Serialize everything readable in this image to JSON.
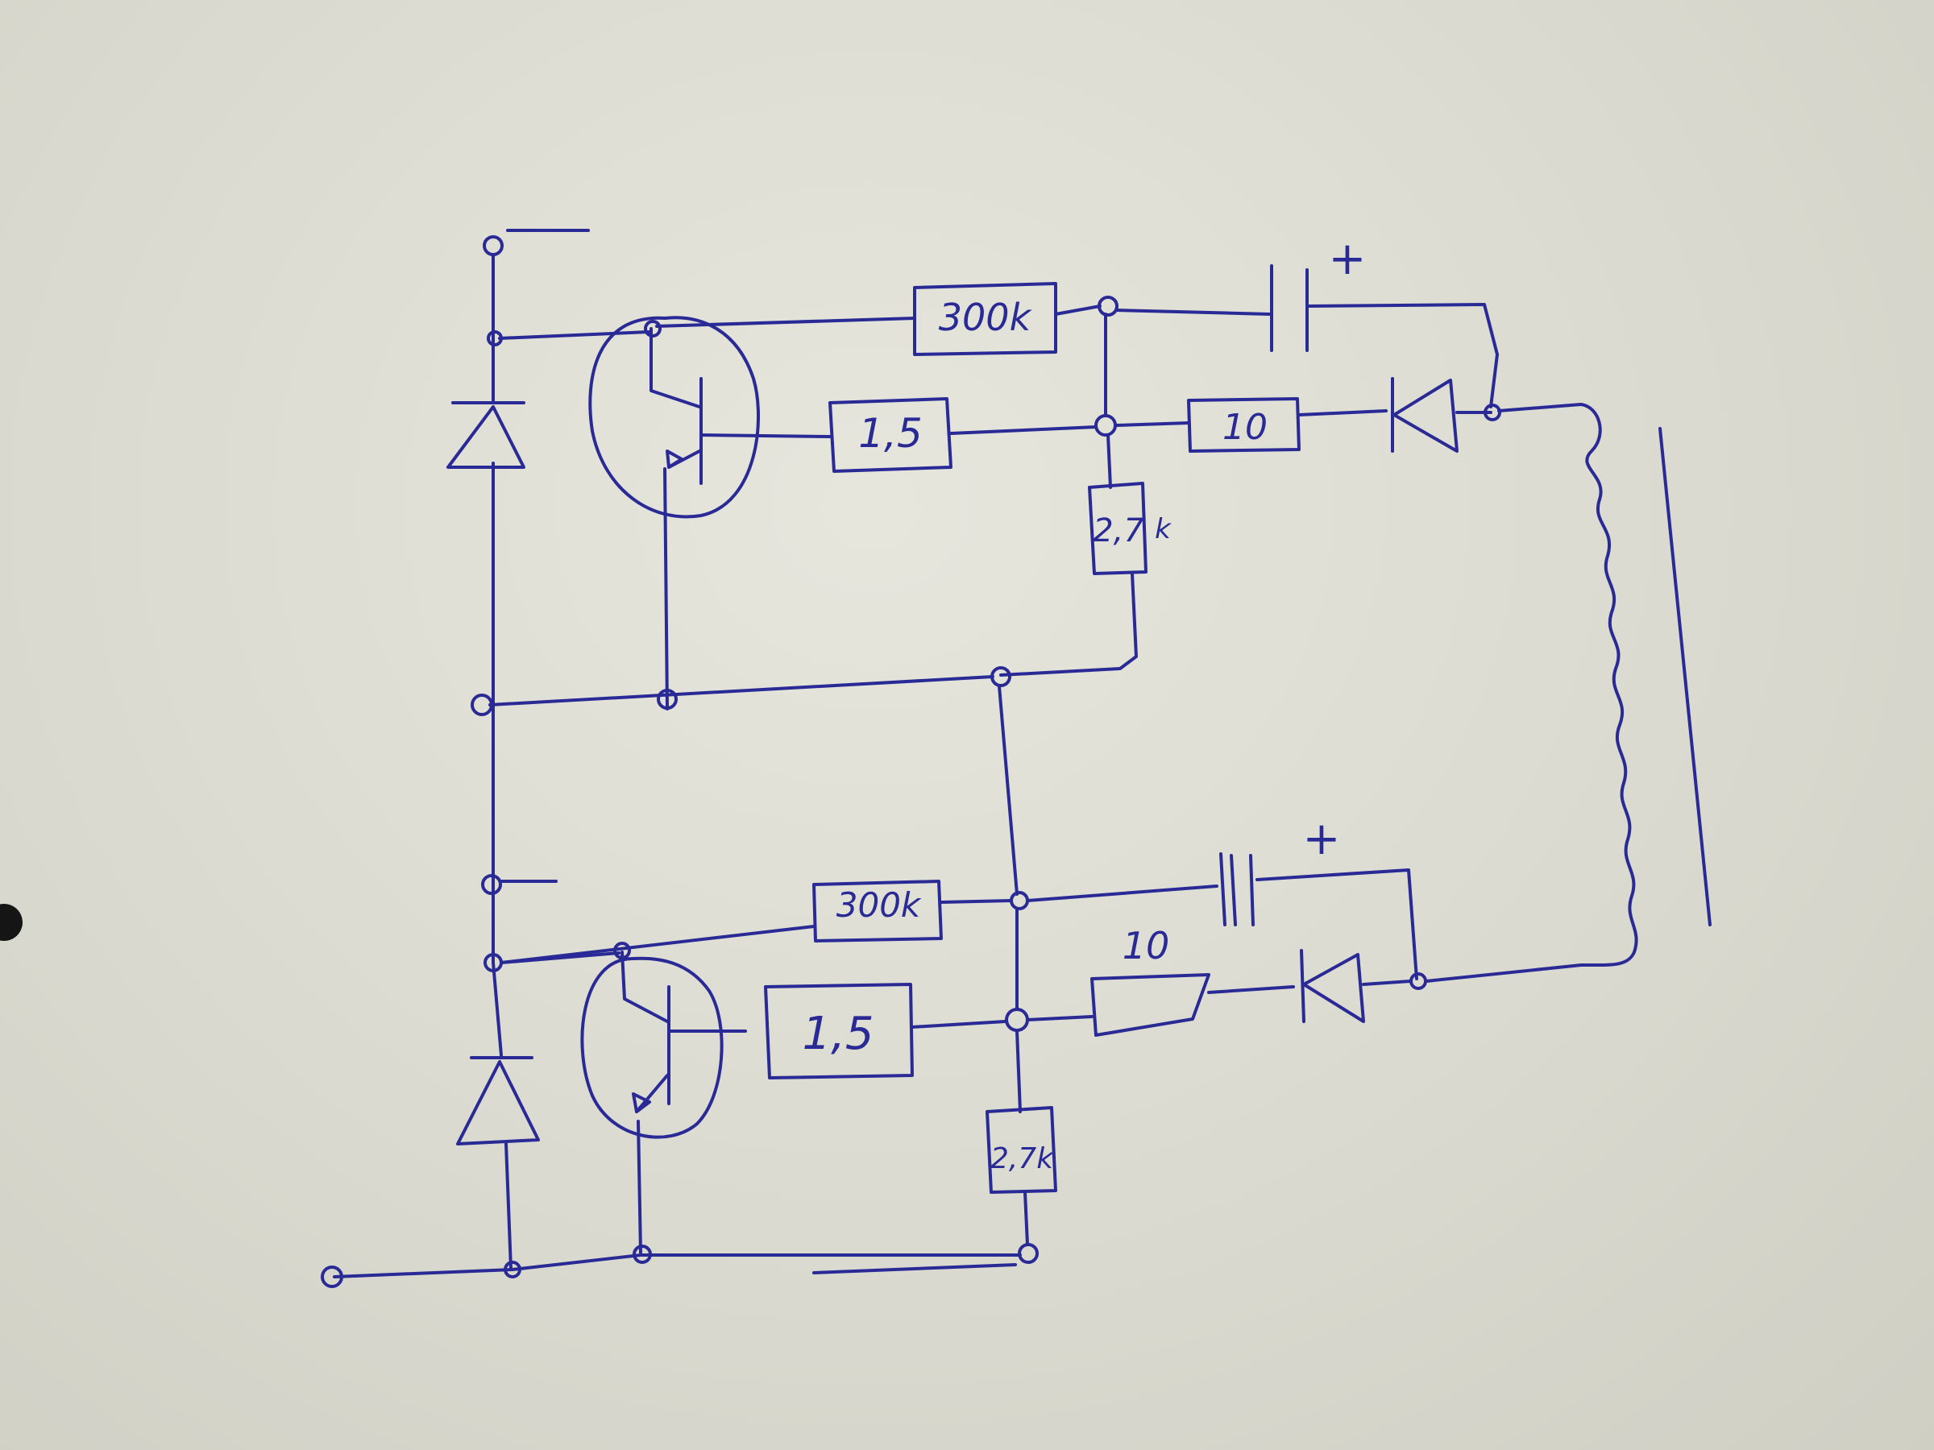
{
  "labels": {
    "r1_top": "300k",
    "r2_top": "1,5",
    "r3_top": "10",
    "r4_top": "2,7",
    "r4_top_unit": "k",
    "c_top_polarity": "+",
    "r1_bot": "300k",
    "r2_bot": "1,5",
    "r3_bot": "10",
    "r4_bot": "2,7k",
    "c_bot_polarity": "+"
  },
  "colors": {
    "ink": "#2a2a96",
    "paper": "#e3e3da"
  }
}
